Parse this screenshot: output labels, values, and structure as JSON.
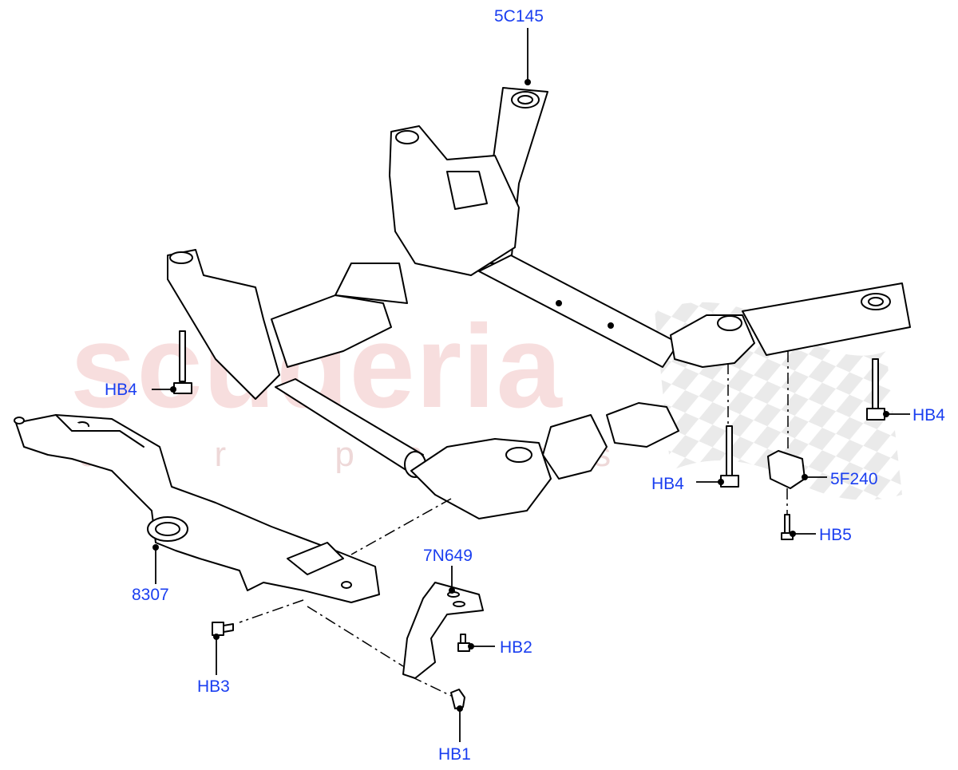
{
  "watermark": {
    "brand": "scuderia",
    "tagline": "car parts"
  },
  "callouts": {
    "c_5c145": "5C145",
    "c_hb4_left": "HB4",
    "c_hb4_right": "HB4",
    "c_hb4_mid": "HB4",
    "c_5f240": "5F240",
    "c_hb5": "HB5",
    "c_8307": "8307",
    "c_7n649": "7N649",
    "c_hb2": "HB2",
    "c_hb3": "HB3",
    "c_hb1": "HB1"
  },
  "colors": {
    "callout": "#1a3ef0",
    "line": "#000000",
    "watermark": "#f2c4c4"
  }
}
